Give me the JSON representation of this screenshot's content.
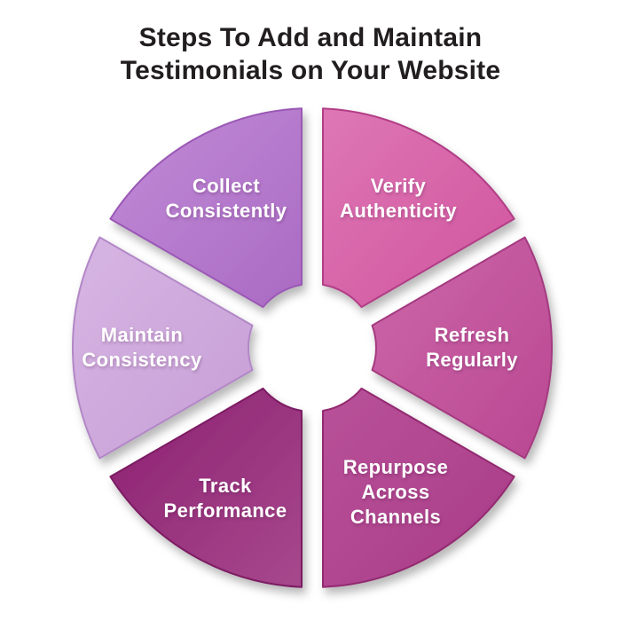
{
  "title": {
    "line1": "Steps To Add and Maintain",
    "line2": "Testimonials on Your Website"
  },
  "wheel": {
    "description": "Circular 6-step wheel diagram with scalloped white center",
    "segments": [
      {
        "id": "collect-consistently",
        "label": "Collect\nConsistently",
        "angle": -120,
        "label_r": 194,
        "color_from": "#c18bd7",
        "color_to": "#aa6ac3",
        "stroke": "#9a58b5"
      },
      {
        "id": "verify-authenticity",
        "label": "Verify\nAuthenticity",
        "angle": -60,
        "label_r": 194,
        "color_from": "#de77b5",
        "color_to": "#d0549d",
        "stroke": "#b13e86"
      },
      {
        "id": "refresh-regularly",
        "label": "Refresh\nRegularly",
        "angle": 0,
        "label_r": 180,
        "color_from": "#cd66a9",
        "color_to": "#b94892",
        "stroke": "#a43a80"
      },
      {
        "id": "repurpose-across-channels",
        "label": "Repurpose\nAcross\nChannels",
        "angle": 60,
        "label_r": 188,
        "color_from": "#b85299",
        "color_to": "#a93b87",
        "stroke": "#92296f"
      },
      {
        "id": "track-performance",
        "label": "Track\nPerformance",
        "angle": 120,
        "label_r": 196,
        "color_from": "#8c2071",
        "color_to": "#a7488d",
        "stroke": "#7b1a62"
      },
      {
        "id": "maintain-consistency",
        "label": "Maintain\nConsistency",
        "angle": 180,
        "label_r": 192,
        "color_from": "#d6b5e3",
        "color_to": "#c79fd6",
        "stroke": "#b287c7"
      }
    ]
  }
}
